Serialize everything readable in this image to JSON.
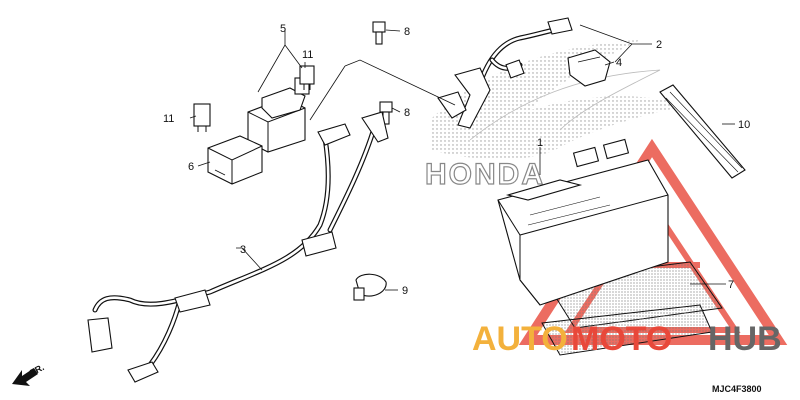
{
  "diagram": {
    "brand_text": "HONDA",
    "code": "MJC4F3800",
    "direction_label": "FR.",
    "watermark": {
      "part1": "AUTO",
      "part2": "MOTO",
      "part3": "HUB"
    },
    "callouts": [
      {
        "id": "c1",
        "label": "1"
      },
      {
        "id": "c2",
        "label": "2"
      },
      {
        "id": "c3",
        "label": "3"
      },
      {
        "id": "c4",
        "label": "4"
      },
      {
        "id": "c5",
        "label": "5"
      },
      {
        "id": "c6",
        "label": "6"
      },
      {
        "id": "c7",
        "label": "7"
      },
      {
        "id": "c8a",
        "label": "8"
      },
      {
        "id": "c8b",
        "label": "8"
      },
      {
        "id": "c9",
        "label": "9"
      },
      {
        "id": "c10",
        "label": "10"
      },
      {
        "id": "c11a",
        "label": "11"
      },
      {
        "id": "c11b",
        "label": "11"
      }
    ],
    "colors": {
      "watermark_orange": "#f3b13c",
      "watermark_red": "#e8483a",
      "line": "#111111"
    }
  }
}
